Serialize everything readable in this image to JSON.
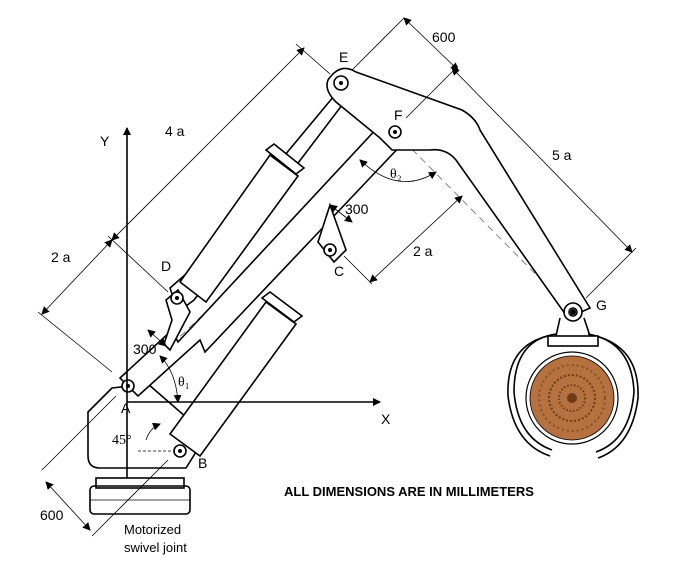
{
  "points": {
    "A": "A",
    "B": "B",
    "C": "C",
    "D": "D",
    "E": "E",
    "F": "F",
    "G": "G"
  },
  "axes": {
    "x": "X",
    "y": "Y"
  },
  "dimensions": {
    "ef": "600",
    "fg": "5 a",
    "ae": "4 a",
    "ad": "2 a",
    "fc": "2 a",
    "base": "600",
    "d_offset": "300",
    "c_offset": "300"
  },
  "angles": {
    "theta1": "θ₁",
    "theta2": "θ₂",
    "base_angle": "45°"
  },
  "note": "ALL DIMENSIONS ARE IN MILLIMETERS",
  "caption": {
    "line1": "Motorized",
    "line2": "swivel joint"
  },
  "colors": {
    "line": "#000000",
    "dashed": "#777777",
    "log_outer": "#b5713f",
    "log_inner": "#8a4f26"
  }
}
